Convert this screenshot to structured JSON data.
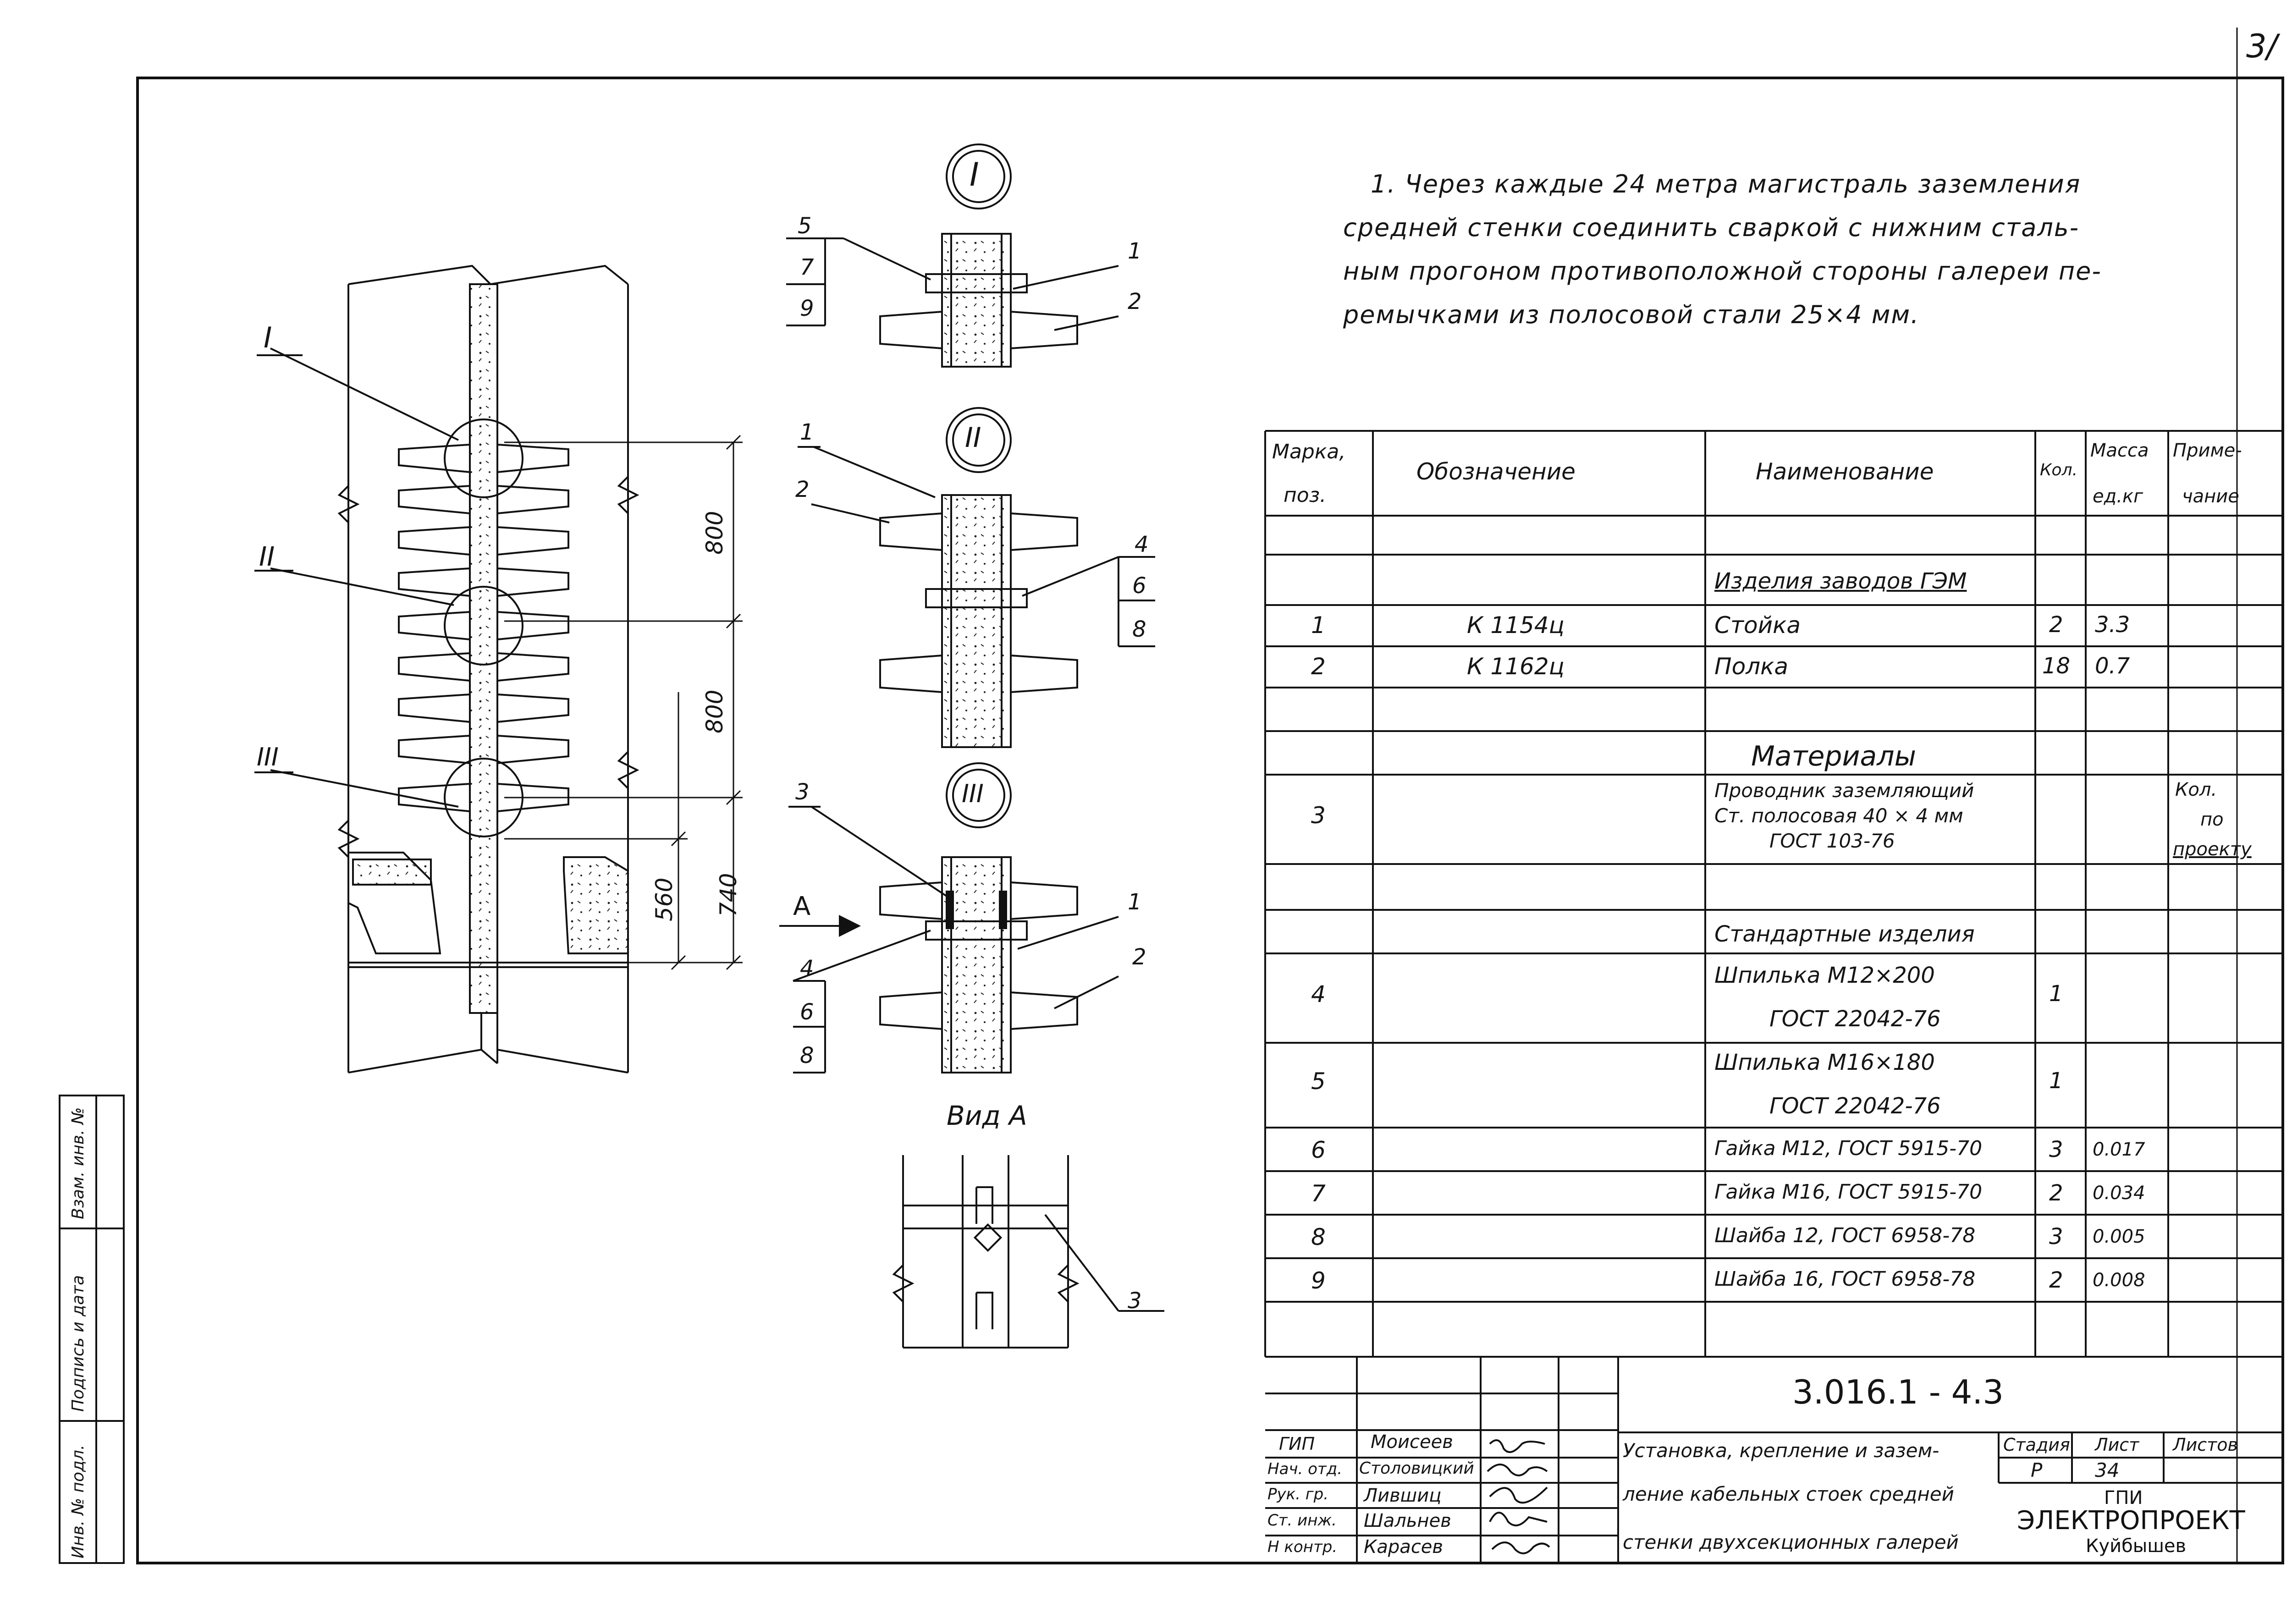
{
  "sheet_corner_number": "3/",
  "note": {
    "lines": [
      "1. Через каждые 24 метра магистраль заземления",
      "средней стенки соединить сваркой с нижним сталь-",
      "ным прогоном противоположной стороны галереи пе-",
      "ремычками из полосовой стали 25×4 мм."
    ]
  },
  "drawing": {
    "callouts": {
      "I": "I",
      "II": "II",
      "III": "III"
    },
    "dims": {
      "d1": "800",
      "d2": "800",
      "d3": "740",
      "d4": "560"
    },
    "view_arrow": "А",
    "view_title": "Вид А",
    "detail1_pos": [
      "5",
      "7",
      "9"
    ],
    "detail1_right": [
      "1",
      "2"
    ],
    "detail2_left": [
      "1",
      "2"
    ],
    "detail2_right": [
      "4",
      "6",
      "8"
    ],
    "detail3_left": [
      "3"
    ],
    "detail3_right": [
      "1",
      "2"
    ],
    "detail3_bottom": [
      "4",
      "6",
      "8"
    ],
    "view_pos": "3"
  },
  "table": {
    "headers": {
      "mark": [
        "Марка,",
        "поз."
      ],
      "designation": "Обозначение",
      "name": "Наименование",
      "qty": "Кол.",
      "mass": [
        "Масса",
        "ед.кг"
      ],
      "note": [
        "Приме-",
        "чание"
      ]
    },
    "sections": {
      "s1": "Изделия заводов ГЭМ",
      "s2": "Материалы",
      "s3": "Стандартные изделия"
    },
    "rows": [
      {
        "pos": "1",
        "des": "К 1154ц",
        "name": "Стойка",
        "qty": "2",
        "mass": "3.3"
      },
      {
        "pos": "2",
        "des": "К 1162ц",
        "name": "Полка",
        "qty": "18",
        "mass": "0.7"
      },
      {
        "pos": "3",
        "name1": "Проводник заземляющий",
        "name2": "Ст. полосовая 40 × 4 мм",
        "name3": "ГОСТ 103-76",
        "note1": "Кол.",
        "note2": "по",
        "note3": "проекту"
      },
      {
        "pos": "4",
        "name1": "Шпилька М12×200",
        "name2": "ГОСТ 22042-76",
        "qty": "1"
      },
      {
        "pos": "5",
        "name1": "Шпилька М16×180",
        "name2": "ГОСТ 22042-76",
        "qty": "1"
      },
      {
        "pos": "6",
        "name": "Гайка М12, ГОСТ 5915-70",
        "qty": "3",
        "mass": "0.017"
      },
      {
        "pos": "7",
        "name": "Гайка М16, ГОСТ 5915-70",
        "qty": "2",
        "mass": "0.034"
      },
      {
        "pos": "8",
        "name": "Шайба 12, ГОСТ 6958-78",
        "qty": "3",
        "mass": "0.005"
      },
      {
        "pos": "9",
        "name": "Шайба 16, ГОСТ 6958-78",
        "qty": "2",
        "mass": "0.008"
      }
    ]
  },
  "title_block": {
    "code": "3.016.1 - 4.3",
    "title": [
      "Установка, крепление и зазем-",
      "ление кабельных стоек средней",
      "стенки двухсекционных галерей"
    ],
    "stage_label": "Стадия",
    "sheet_label": "Лист",
    "sheets_label": "Листов",
    "stage": "Р",
    "sheet": "34",
    "org1": "ГПИ",
    "org2": "ЭЛЕКТРОПРОЕКТ",
    "org3": "Куйбышев",
    "people": [
      {
        "role": "ГИП",
        "name": "Моисеев"
      },
      {
        "role": "Нач. отд.",
        "name": "Столовицкий"
      },
      {
        "role": "Рук. гр.",
        "name": "Лившиц"
      },
      {
        "role": "Ст. инж.",
        "name": "Шальнев"
      },
      {
        "role": "Н контр.",
        "name": "Карасев"
      }
    ]
  },
  "side_stamp": {
    "f1": "Инв. № подл.",
    "f2": "Подпись и дата",
    "f3": "Взам. инв. №"
  }
}
